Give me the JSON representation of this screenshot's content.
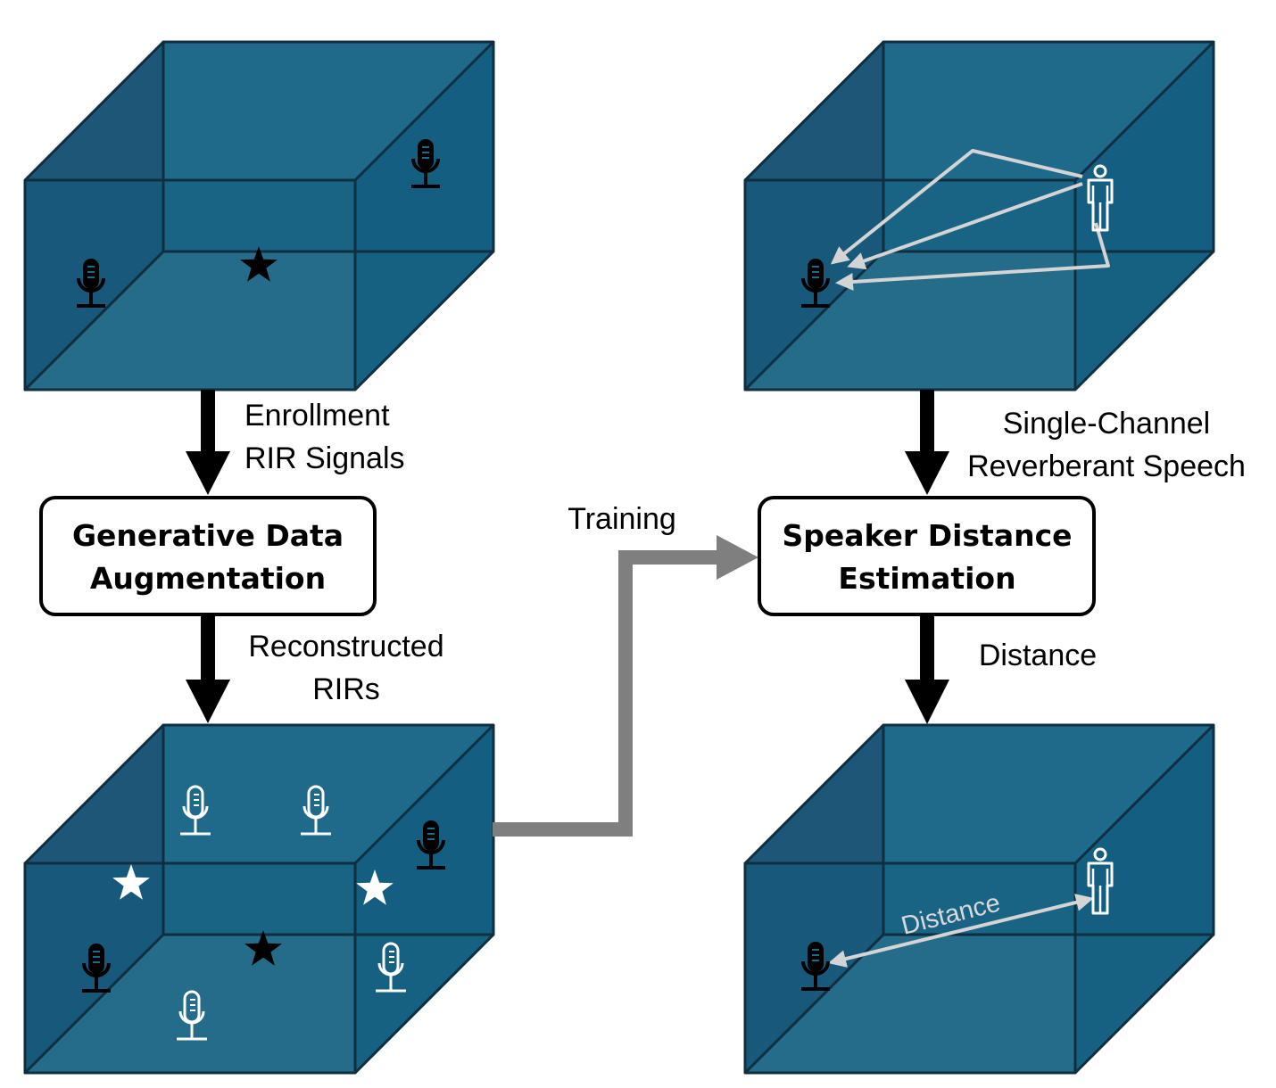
{
  "colors": {
    "room_back": "#1f6a8b",
    "room_left": "#1d5677",
    "room_floor": "#3a7d98",
    "room_front": "#145d80",
    "room_edge": "#0f2f40",
    "path_line": "#d4d4d4",
    "training_arrow": "#7f7f7f",
    "flow_arrow": "#000000"
  },
  "arrow_labels": {
    "enrollment_line1": "Enrollment",
    "enrollment_line2": "RIR Signals",
    "reconstructed_line1": "Reconstructed",
    "reconstructed_line2": "RIRs",
    "training": "Training",
    "single_channel_line1": "Single-Channel",
    "single_channel_line2": "Reverberant Speech",
    "distance": "Distance"
  },
  "boxes": {
    "gda_line1": "Generative Data",
    "gda_line2": "Augmentation",
    "sde_line1": "Speaker Distance",
    "sde_line2": "Estimation"
  },
  "rooms": {
    "room1_name": "enrollment-room",
    "room2_name": "reconstructed-room",
    "room3_name": "reverberant-speech-room",
    "room4_name": "distance-result-room"
  },
  "distance_annotation": "Distance",
  "icons": {
    "microphone": "microphone-icon",
    "star": "star-icon",
    "speaker": "person-icon"
  }
}
